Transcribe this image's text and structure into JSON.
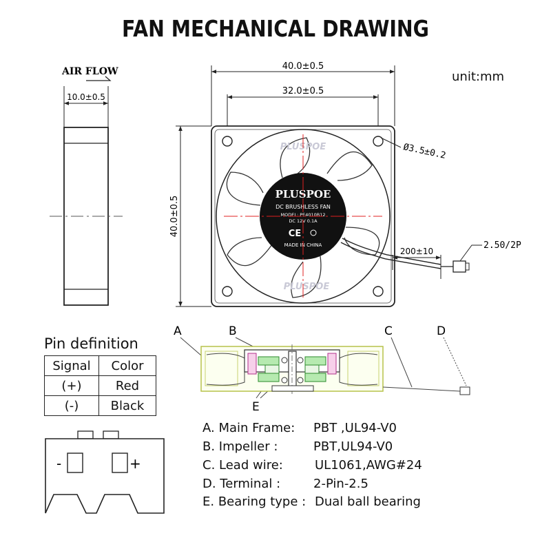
{
  "title": "FAN MECHANICAL DRAWING",
  "unit": "unit:mm",
  "side_view": {
    "airflow_label": "AIR FLOW",
    "thickness": "10.0±0.5"
  },
  "front_view": {
    "width": "40.0±0.5",
    "hole_spacing": "32.0±0.5",
    "hole_diameter": "Ø3.5±0.2",
    "height": "40.0±0.5",
    "wire_length": "200±10",
    "connector": "2.50/2P",
    "hub_label": {
      "brand": "PLUSPOE",
      "line1": "DC BRUSHLESS FAN",
      "line2": "MODEL: PE4010B12",
      "line3": "DC 12V 0.1A",
      "line4": "MADE IN CHINA",
      "ce": "CE"
    },
    "watermark": "PLUSPOE"
  },
  "cross_section": {
    "labels": [
      "A",
      "B",
      "C",
      "D",
      "E"
    ]
  },
  "pin_definition": {
    "title": "Pin definition",
    "headers": [
      "Signal",
      "Color"
    ],
    "rows": [
      [
        "(+)",
        "Red"
      ],
      [
        "(-)",
        "Black"
      ]
    ],
    "minus": "-",
    "plus": "+"
  },
  "specs": [
    {
      "key": "A.  Main Frame:",
      "value": "PBT ,UL94-V0"
    },
    {
      "key": "B.  Impeller :",
      "value": "PBT,UL94-V0"
    },
    {
      "key": "C.  Lead wire:",
      "value": "UL1061,AWG#24"
    },
    {
      "key": "D. Terminal :",
      "value": "2-Pin-2.5"
    },
    {
      "key": "E.  Bearing type :",
      "value": "Dual ball bearing"
    }
  ]
}
